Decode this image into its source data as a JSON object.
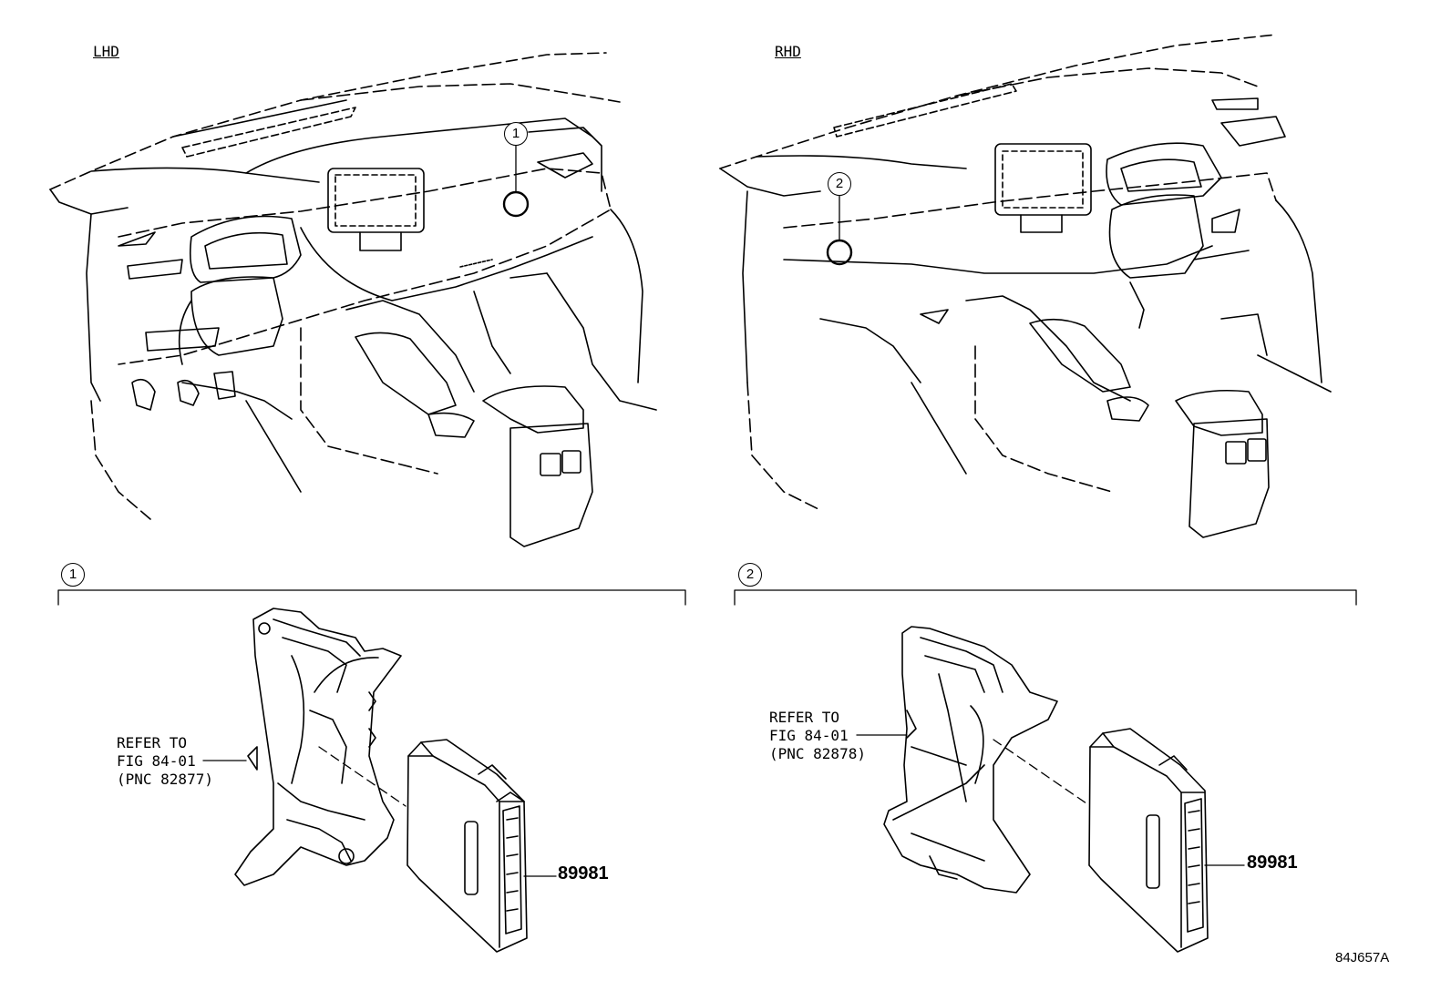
{
  "views": {
    "lhd": {
      "label": "LHD"
    },
    "rhd": {
      "label": "RHD"
    }
  },
  "callouts": {
    "one": "1",
    "two": "2"
  },
  "details": [
    {
      "id": "1",
      "refer_lines": [
        "REFER TO",
        "FIG 84-01",
        "(PNC 82877)"
      ],
      "part_number": "89981"
    },
    {
      "id": "2",
      "refer_lines": [
        "REFER TO",
        "FIG 84-01",
        "(PNC 82878)"
      ],
      "part_number": "89981"
    }
  ],
  "figure_code": "84J657A"
}
